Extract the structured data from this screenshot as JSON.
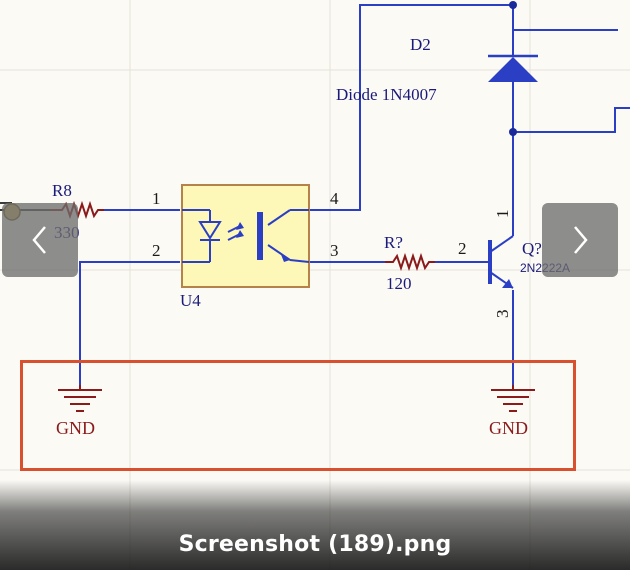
{
  "schematic": {
    "components": {
      "r8": {
        "ref": "R8",
        "value": "330"
      },
      "u4": {
        "ref": "U4",
        "pins": [
          "1",
          "2",
          "3",
          "4"
        ]
      },
      "r_unknown": {
        "ref": "R?",
        "value": "120"
      },
      "d2": {
        "ref": "D2",
        "value": "Diode 1N4007"
      },
      "q": {
        "ref": "Q?",
        "value": "2N2222A",
        "pins": [
          "1",
          "2",
          "3"
        ]
      },
      "gnd_left": {
        "label": "GND"
      },
      "gnd_right": {
        "label": "GND"
      }
    },
    "colors": {
      "wire": "#2b3fc4",
      "component": "#8b1a1a",
      "label": "#1a1a7a",
      "optocoupler_fill": "#fdf8b8",
      "optocoupler_border": "#b5824a",
      "highlight": "#d9502f"
    }
  },
  "viewer": {
    "prev_icon": "chevron-left-icon",
    "next_icon": "chevron-right-icon",
    "caption": "Screenshot (189).png"
  }
}
